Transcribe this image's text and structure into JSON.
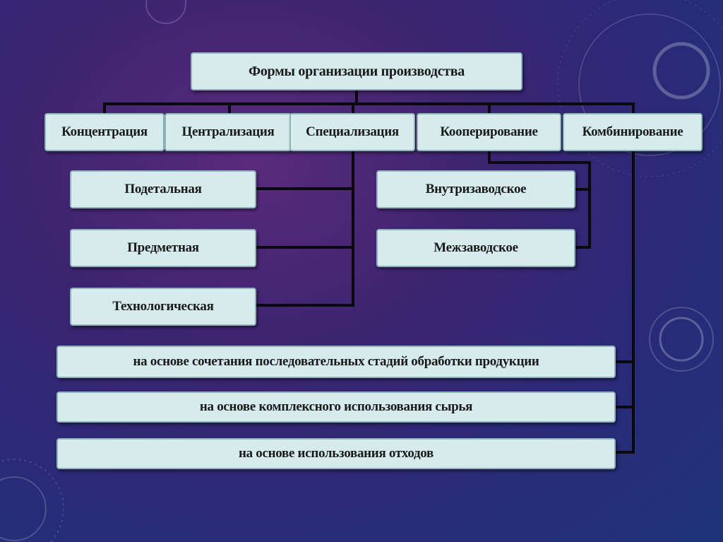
{
  "diagram": {
    "root": {
      "label": "Формы организации производства"
    },
    "forms": [
      {
        "label": "Концентрация"
      },
      {
        "label": "Централизация"
      },
      {
        "label": "Специализация"
      },
      {
        "label": "Кооперирование"
      },
      {
        "label": "Комбинирование"
      }
    ],
    "specialization_types": [
      {
        "label": "Подетальная"
      },
      {
        "label": "Предметная"
      },
      {
        "label": "Технологическая"
      }
    ],
    "cooperation_types": [
      {
        "label": "Внутризаводское"
      },
      {
        "label": "Межзаводское"
      }
    ],
    "combination_types": [
      {
        "label": "на основе сочетания последовательных стадий обработки продукции"
      },
      {
        "label": "на основе комплексного использования сырья"
      },
      {
        "label": "на основе использования отходов"
      }
    ]
  },
  "colors": {
    "box_fill": "#d6ecec",
    "box_border": "#8fb3b8",
    "connector": "#0a0a0a",
    "background_top": "#5a2a7e",
    "background_bottom": "#1f3478"
  }
}
